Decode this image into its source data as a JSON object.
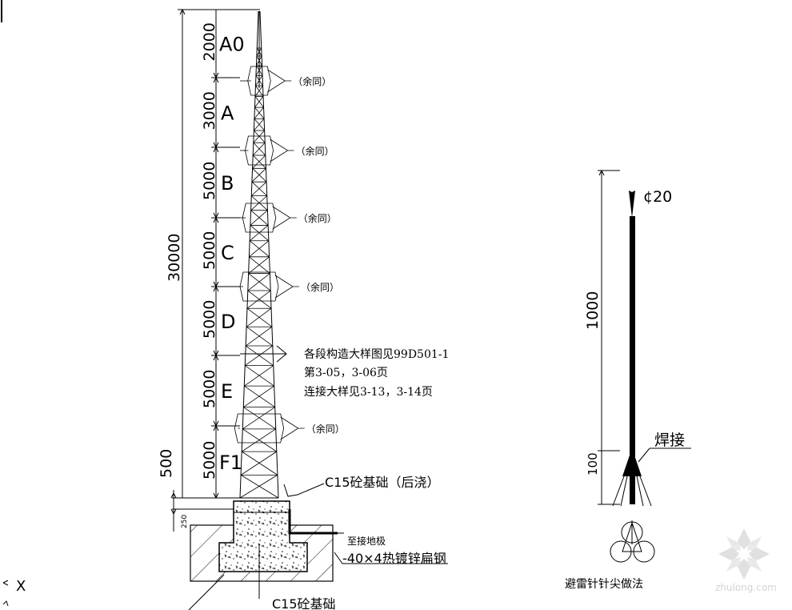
{
  "tower": {
    "total_height": "30000",
    "base_height": "500",
    "small_dim": "250",
    "segments": [
      {
        "label": "A0",
        "height": "2000"
      },
      {
        "label": "A",
        "height": "3000"
      },
      {
        "label": "B",
        "height": "5000"
      },
      {
        "label": "C",
        "height": "5000"
      },
      {
        "label": "D",
        "height": "5000"
      },
      {
        "label": "E",
        "height": "5000"
      },
      {
        "label": "F1",
        "height": "5000"
      }
    ],
    "callout_same": "（余同）",
    "detail_note": [
      "各段构造大样图见99D501-1",
      "第3-05，3-06页",
      "连接大样见3-13，3-14页"
    ],
    "foundation_top": "C15砼基础（后浇）",
    "ground_lead": "至接地极",
    "flat_steel": "-40×4热镀锌扁钢",
    "foundation_bottom": "C15砼基础"
  },
  "rod": {
    "diameter": "¢20",
    "length": "1000",
    "base": "100",
    "weld": "焊接",
    "caption": "避雷针针尖做法"
  },
  "axis_letter": "X",
  "watermark": "zhulong.com"
}
